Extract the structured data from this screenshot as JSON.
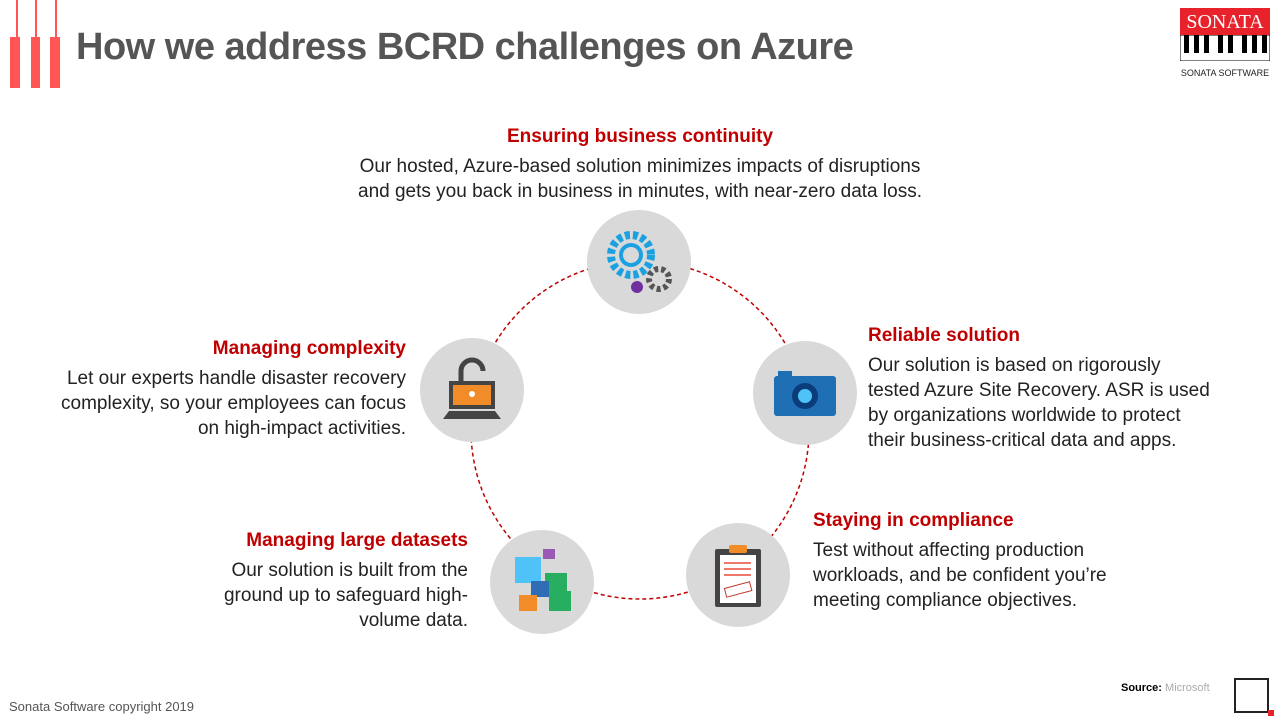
{
  "title": "How we address BCRD challenges on Azure",
  "logo": {
    "brand": "SONATA",
    "sub": "SONATA SOFTWARE"
  },
  "items": [
    {
      "heading": "Ensuring business continuity",
      "text": "Our hosted, Azure-based solution minimizes impacts of disruptions and gets you back in business in minutes, with near-zero data loss.",
      "icon": "gears-icon"
    },
    {
      "heading": "Reliable solution",
      "text": "Our solution is based on rigorously tested Azure Site Recovery. ASR is used by organizations worldwide to protect their business-critical data and apps.",
      "icon": "camera-icon"
    },
    {
      "heading": "Staying in compliance",
      "text": "Test without affecting production workloads, and be confident you’re meeting compliance objectives.",
      "icon": "clipboard-icon"
    },
    {
      "heading": "Managing large datasets",
      "text": "Our solution is built from the ground up to safeguard high-volume data.",
      "icon": "data-blocks-icon"
    },
    {
      "heading": "Managing complexity",
      "text": "Let our experts handle disaster recovery complexity, so your employees can focus on high-impact activities.",
      "icon": "unlocked-laptop-icon"
    }
  ],
  "footer": {
    "copyright": "Sonata Software copyright 2019",
    "source_label": "Source:",
    "source": "Microsoft"
  }
}
